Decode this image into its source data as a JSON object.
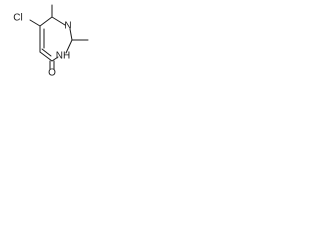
{
  "molecule": {
    "atom_labels": {
      "chlorine": "Cl",
      "nitrogen_top": "N",
      "nitrogen_h": "NH",
      "oxygen": "O"
    },
    "colors": {
      "ink": "#1a1a1a",
      "background": "#ffffff"
    }
  }
}
